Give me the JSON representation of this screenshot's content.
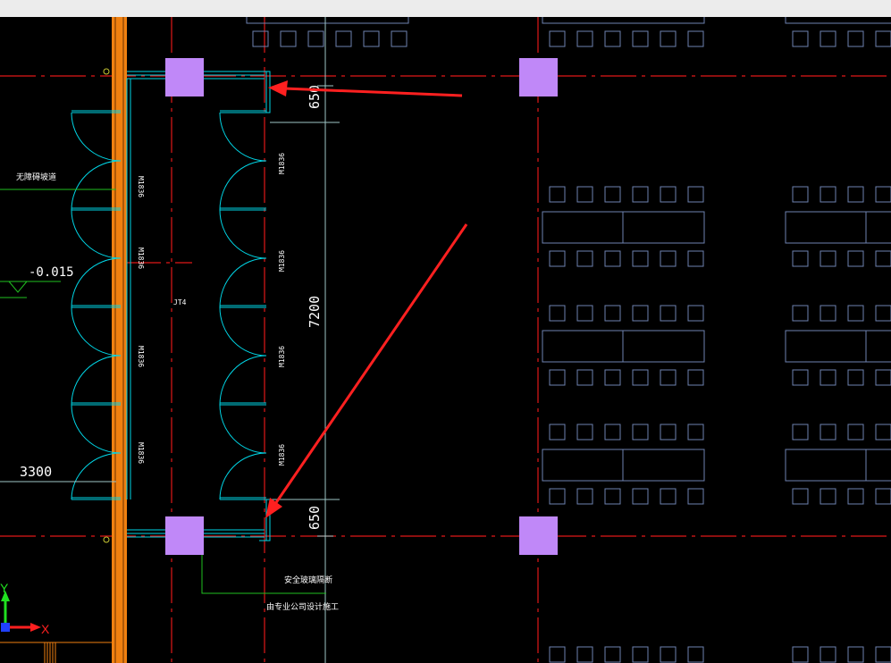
{
  "viewport": {
    "background": "#000000",
    "colors": {
      "axis": "#e01818",
      "wall": "#f08010",
      "door": "#00d6e6",
      "furniture": "#6e82b0",
      "column": "#c088f8",
      "dimension": "#9ec6c6",
      "leader": "#20c020",
      "arrow": "#ff2020",
      "text": "#ffffff"
    }
  },
  "annotations": {
    "ramp_label": "无障碍坡道",
    "elevation": "-0.015",
    "dim_left": "3300",
    "room_tag": "JT4",
    "door_tags_left": [
      "M1836",
      "M1836",
      "M1836",
      "M1836"
    ],
    "door_tags_right": [
      "M1836",
      "M1836",
      "M1836",
      "M1836"
    ],
    "dim_top": "650",
    "dim_mid": "7200",
    "dim_bottom": "650",
    "glass_partition": "安全玻璃隔断",
    "note_contractor": "由专业公司设计施工"
  },
  "ucs": {
    "x_label": "X",
    "y_label": "Y"
  }
}
